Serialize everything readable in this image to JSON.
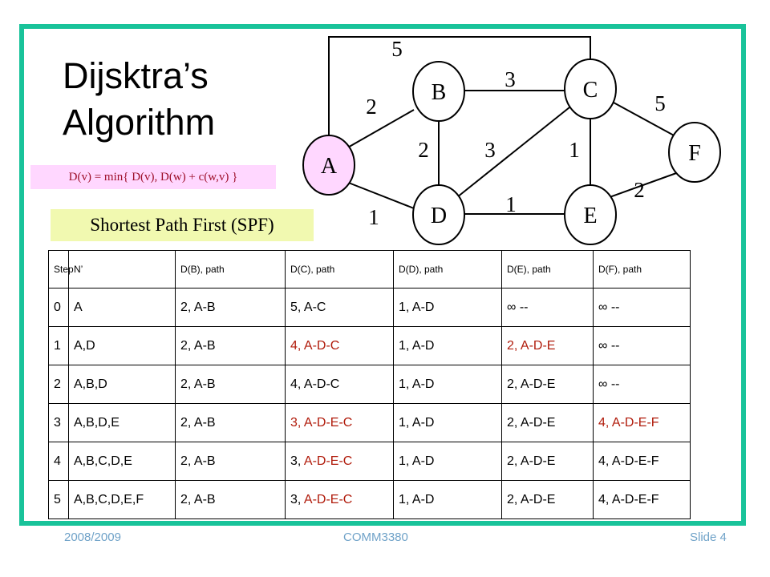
{
  "slide": {
    "title_line1": "Dijsktra’s",
    "title_line2": "Algorithm",
    "formula": "D(v) = min{ D(v), D(w) + c(w,v) }",
    "spf_label": "Shortest Path First (SPF)"
  },
  "graph": {
    "nodes": [
      "A",
      "B",
      "C",
      "D",
      "E",
      "F"
    ],
    "edges": [
      {
        "from": "A",
        "to": "B",
        "weight": "2"
      },
      {
        "from": "A",
        "to": "C",
        "weight": "5"
      },
      {
        "from": "A",
        "to": "D",
        "weight": "1"
      },
      {
        "from": "B",
        "to": "C",
        "weight": "3"
      },
      {
        "from": "B",
        "to": "D",
        "weight": "2"
      },
      {
        "from": "C",
        "to": "D",
        "weight": "3"
      },
      {
        "from": "C",
        "to": "E",
        "weight": "1"
      },
      {
        "from": "C",
        "to": "F",
        "weight": "5"
      },
      {
        "from": "D",
        "to": "E",
        "weight": "1"
      },
      {
        "from": "E",
        "to": "F",
        "weight": "2"
      }
    ],
    "highlighted_node": "A",
    "colors": {
      "node_fill": "#ffffff",
      "highlight_fill": "#ffd7ff",
      "frame": "#19c39a",
      "changed_text": "#b01a0a"
    }
  },
  "table": {
    "headers": [
      "Step",
      "N’",
      "D(B),  path",
      "D(C), path",
      "D(D), path",
      "D(E), path",
      "D(F), path"
    ],
    "rows": [
      {
        "step": "0",
        "n": "A",
        "b": "2,  A-B",
        "c": "5, A-C",
        "c_dist": "",
        "c_path": "",
        "d": "1, A-D",
        "e": "∞  --",
        "f": "∞ --"
      },
      {
        "step": "1",
        "n": "A,D",
        "b": "2,  A-B",
        "c": "4, A-D-C",
        "c_dist": "",
        "c_path": "",
        "d": "1, A-D",
        "e": "2, A-D-E",
        "f": "∞ --"
      },
      {
        "step": "2",
        "n": "A,B,D",
        "b": "2,  A-B",
        "c": "4, A-D-C",
        "c_dist": "",
        "c_path": "",
        "d": "1, A-D",
        "e": "2, A-D-E",
        "f": "∞ --"
      },
      {
        "step": "3",
        "n": "A,B,D,E",
        "b": "2,  A-B",
        "c": "3, A-D-E-C",
        "c_dist": "",
        "c_path": "",
        "d": "1, A-D",
        "e": "2, A-D-E",
        "f": "4, A-D-E-F"
      },
      {
        "step": "4",
        "n": "A,B,C,D,E",
        "b": "2,  A-B",
        "c": "",
        "c_dist": "3, ",
        "c_path": "A-D-E-C",
        "d": "1, A-D",
        "e": "2, A-D-E",
        "f": "4, A-D-E-F"
      },
      {
        "step": "5",
        "n": "A,B,C,D,E,F",
        "b": "2,  A-B",
        "c": "",
        "c_dist": "3, ",
        "c_path": "A-D-E-C",
        "d": "1, A-D",
        "e": "2, A-D-E",
        "f": "4, A-D-E-F"
      }
    ]
  },
  "footer": {
    "left": "2008/2009",
    "center": "COMM3380",
    "right": "Slide 4"
  }
}
